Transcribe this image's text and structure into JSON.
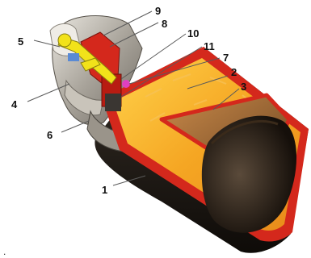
{
  "labels": {
    "l1": "1",
    "l2": "2",
    "l3": "3",
    "l4": "4",
    "l5": "5",
    "l6": "6",
    "l7": "7",
    "l8": "8",
    "l9": "9",
    "l10": "10",
    "l11": "11"
  },
  "stray_mark": ".",
  "colors": {
    "casing_black": "#1a1410",
    "wall_red": "#d4281c",
    "charge_orange": "#f5a623",
    "charge_yellow": "#ffc93c",
    "liner_brown": "#8a5a2b",
    "fuze_yellow": "#f2e21a",
    "fuze_magenta": "#e040c0",
    "metal_grey": "#a8a39a"
  }
}
